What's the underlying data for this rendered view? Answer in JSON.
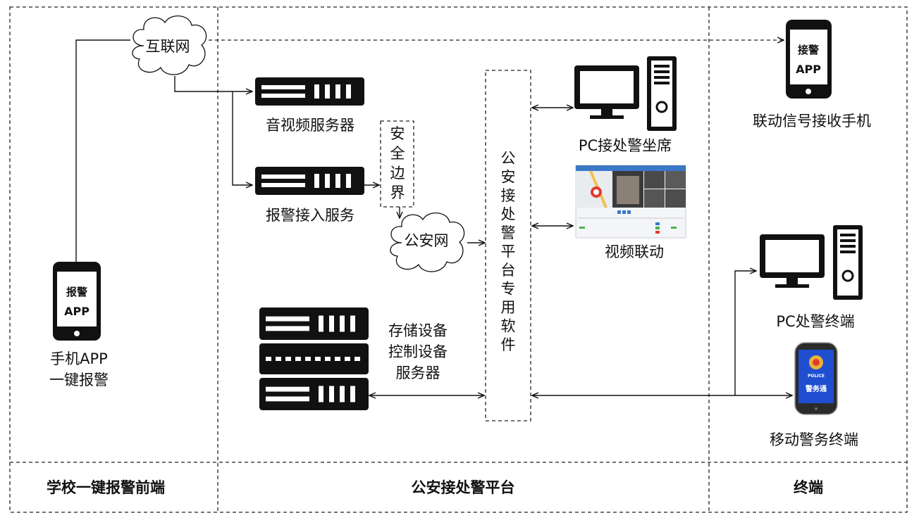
{
  "sections": {
    "frontend": "学校一键报警前端",
    "platform": "公安接处警平台",
    "terminal": "终端"
  },
  "clouds": {
    "internet": "互联网",
    "police_net": "公安网"
  },
  "nodes": {
    "alarm_phone_screen": [
      "报警",
      "APP"
    ],
    "alarm_phone_label": [
      "手机APP",
      "一键报警"
    ],
    "av_server": "音视频服务器",
    "alarm_access": "报警接入服务",
    "security_boundary": [
      "安",
      "全",
      "边",
      "界"
    ],
    "platform_software": [
      "公",
      "安",
      "接",
      "处",
      "警",
      "平",
      "台",
      "专",
      "用",
      "软",
      "件"
    ],
    "storage_label": [
      "存储设备",
      "控制设备",
      "服务器"
    ],
    "pc_seat": "PC接处警坐席",
    "video_link": "视频联动",
    "receive_phone_screen": [
      "接警",
      "APP"
    ],
    "receive_phone_label": "联动信号接收手机",
    "pc_terminal": "PC处警终端",
    "mobile_terminal": "移动警务终端",
    "mobile_screen_badge": "POLICE",
    "mobile_screen_app": "警务通"
  },
  "colors": {
    "line": "#111111",
    "police_blue": "#1f4fd0",
    "map_red": "#e23b2e"
  }
}
